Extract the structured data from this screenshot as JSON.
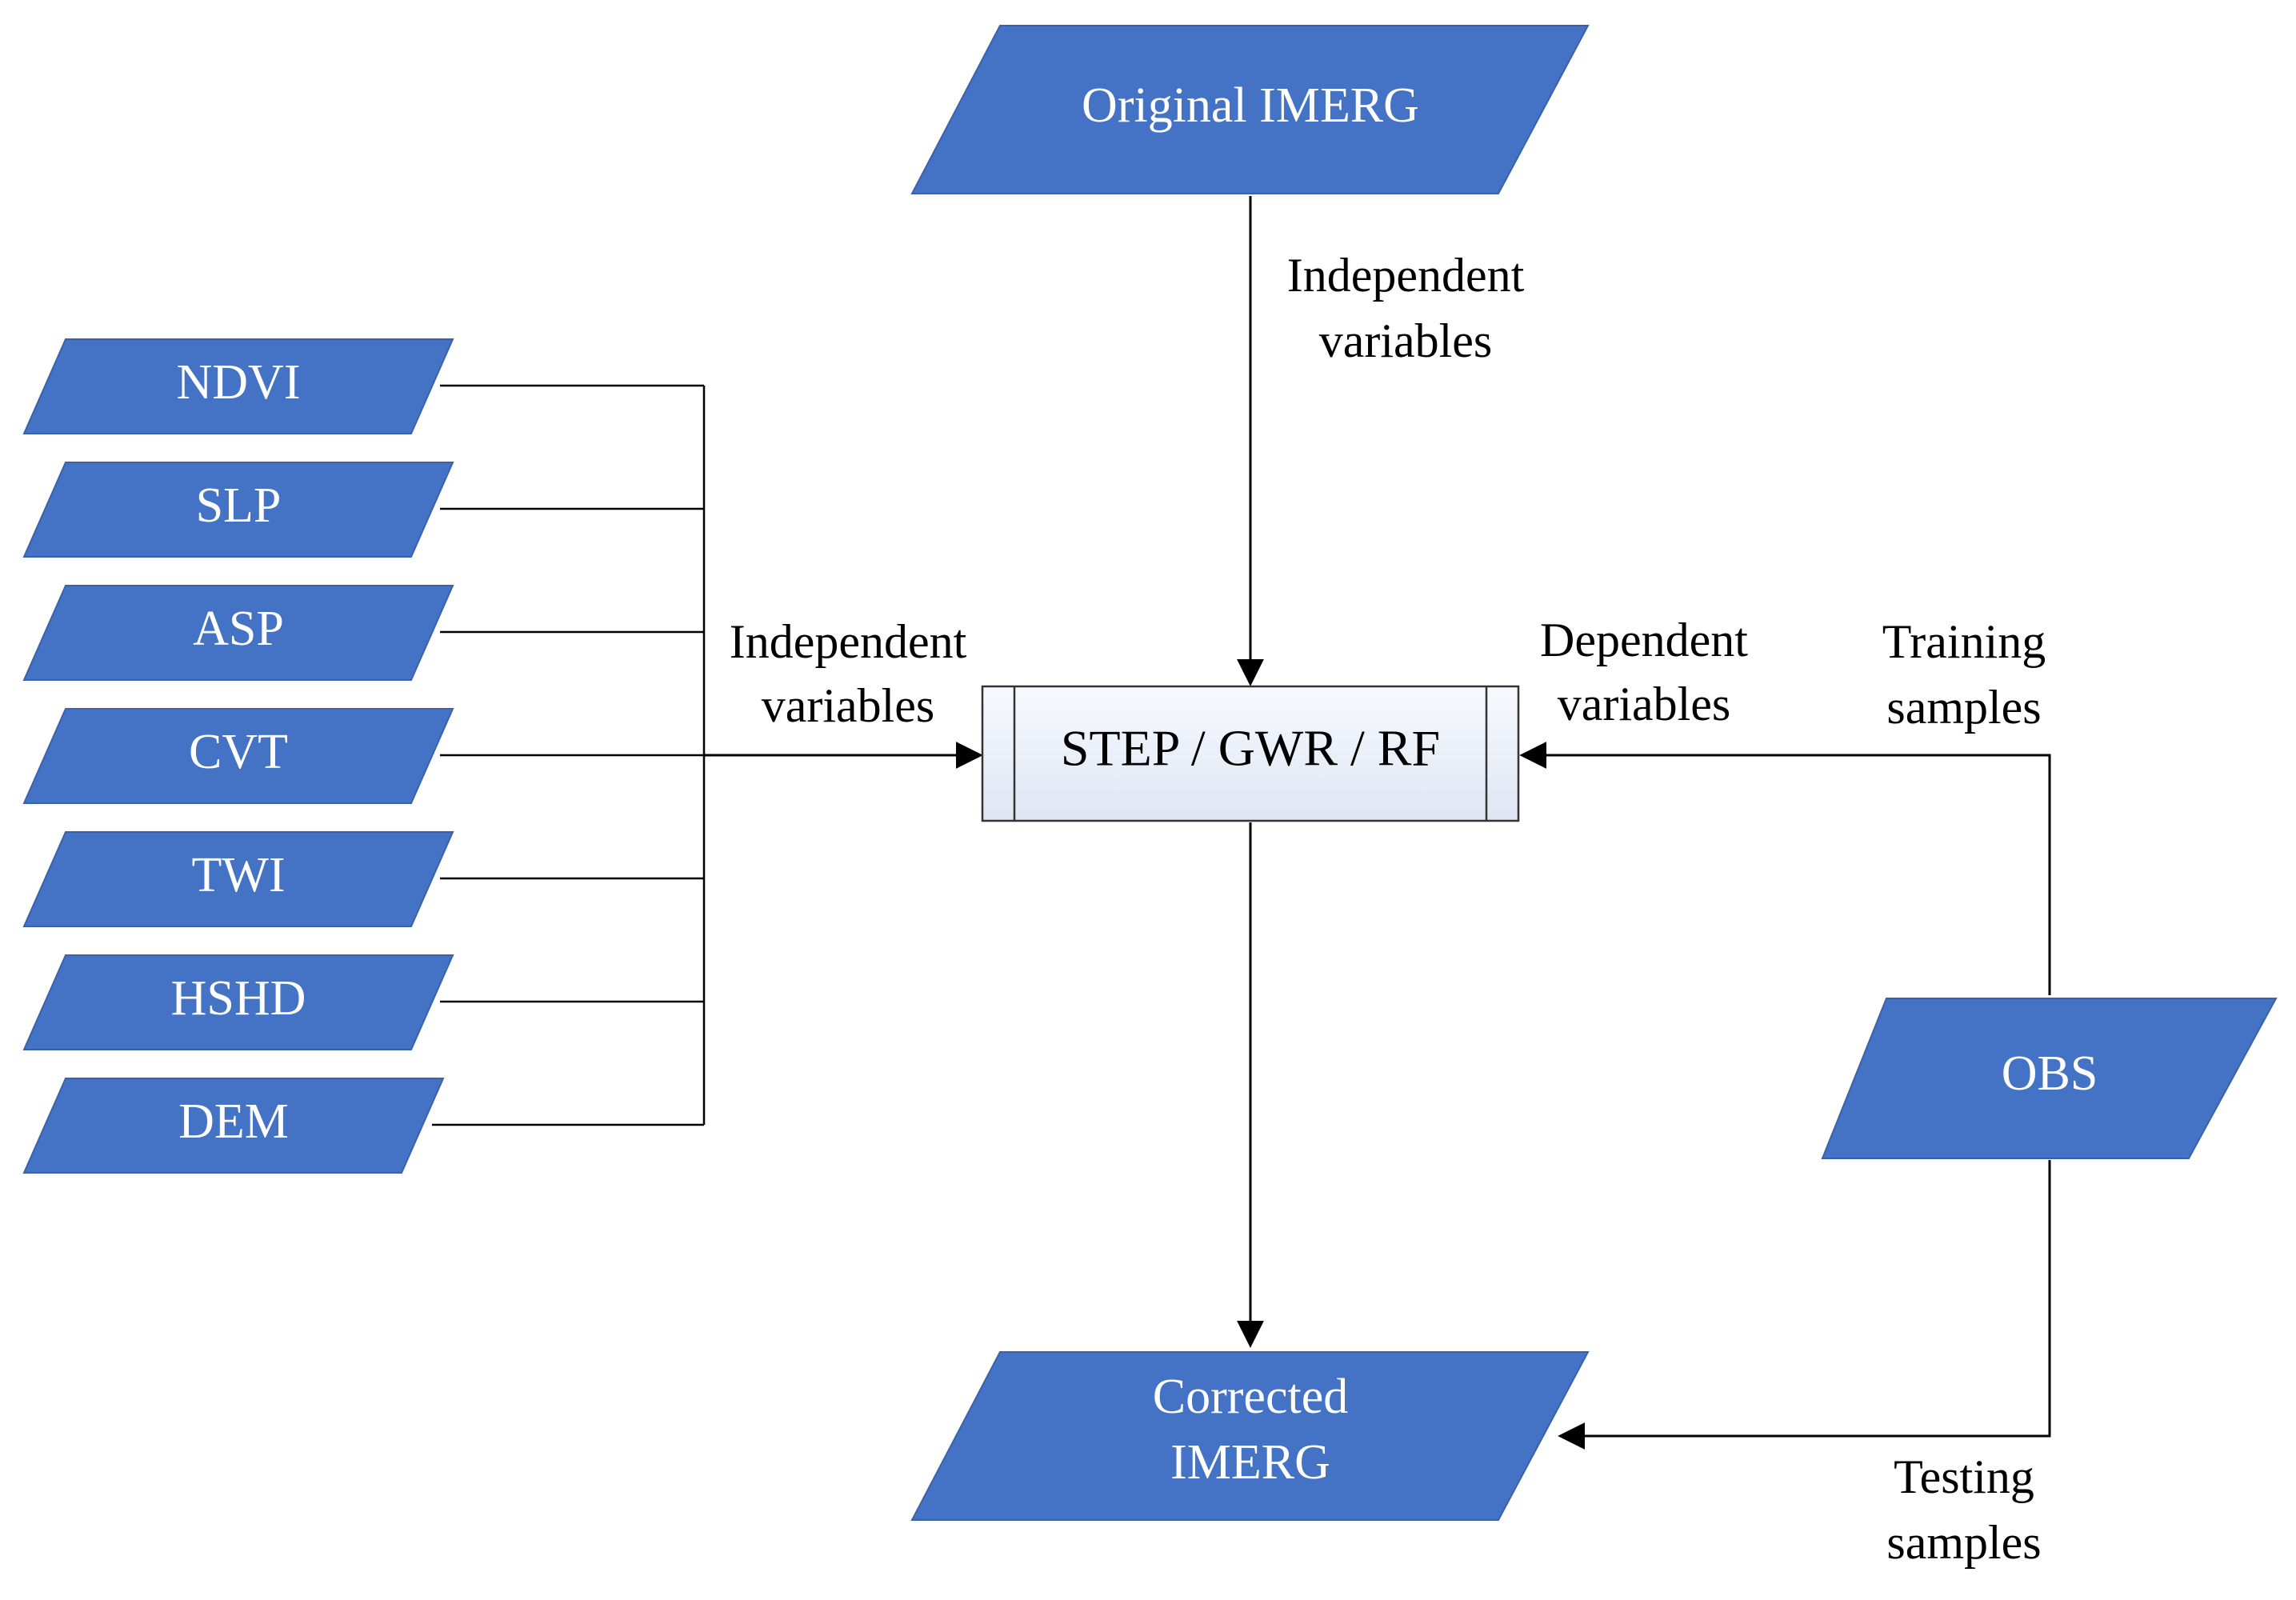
{
  "nodes": {
    "original_imerg": "Original IMERG",
    "process": "STEP / GWR / RF",
    "corrected_imerg": [
      "Corrected",
      "IMERG"
    ],
    "obs": "OBS",
    "predictors": [
      "NDVI",
      "SLP",
      "ASP",
      "CVT",
      "TWI",
      "HSHD",
      "DEM"
    ]
  },
  "edge_labels": {
    "top_independent": [
      "Independent",
      "variables"
    ],
    "left_independent": [
      "Independent",
      "variables"
    ],
    "dependent": [
      "Dependent",
      "variables"
    ],
    "training": [
      "Training",
      "samples"
    ],
    "testing": [
      "Testing",
      "samples"
    ]
  },
  "colors": {
    "node_fill": "#4472c4",
    "node_text": "#ffffff",
    "line": "#000000"
  }
}
